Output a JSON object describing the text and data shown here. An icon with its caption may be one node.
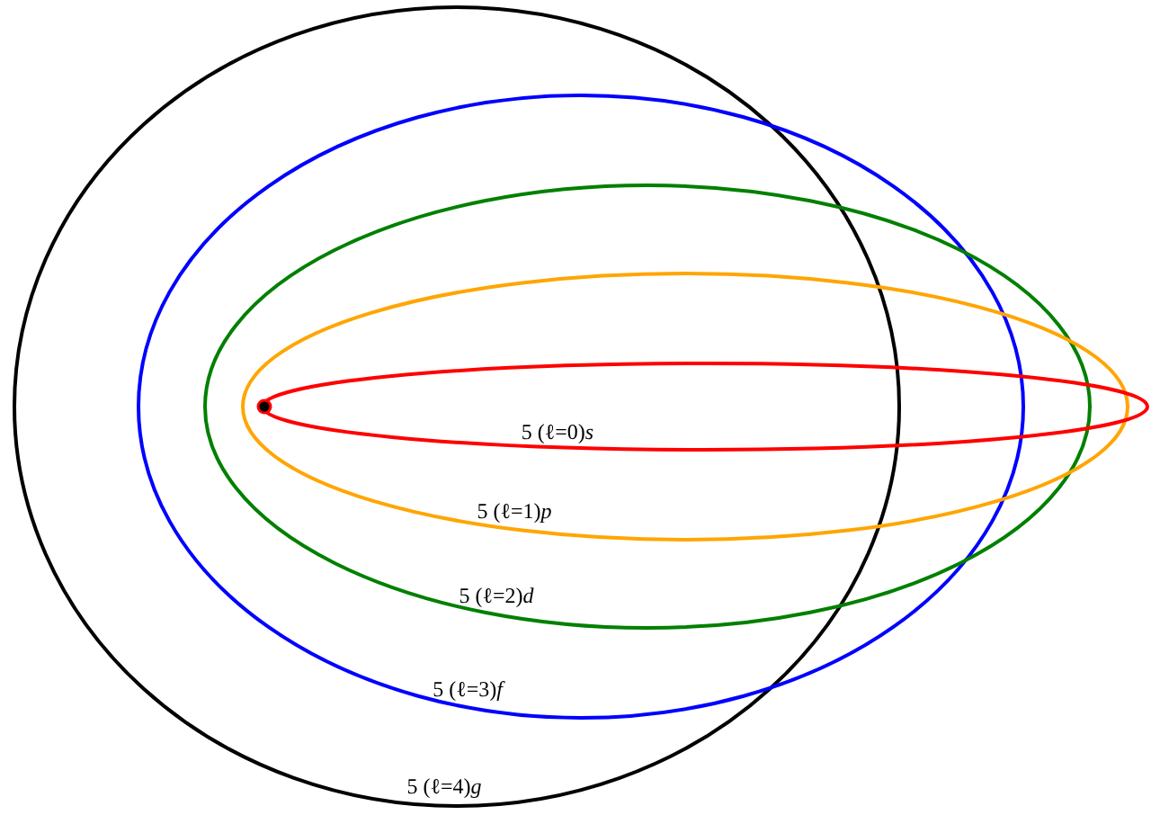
{
  "diagram": {
    "labels": [
      "5 (ℓ=0)*s*",
      "5 (ℓ=1)*p*",
      "5 (ℓ=2)*d*",
      "5 (ℓ=3)*f*",
      "5 (ℓ=4)*g*"
    ]
  }
}
